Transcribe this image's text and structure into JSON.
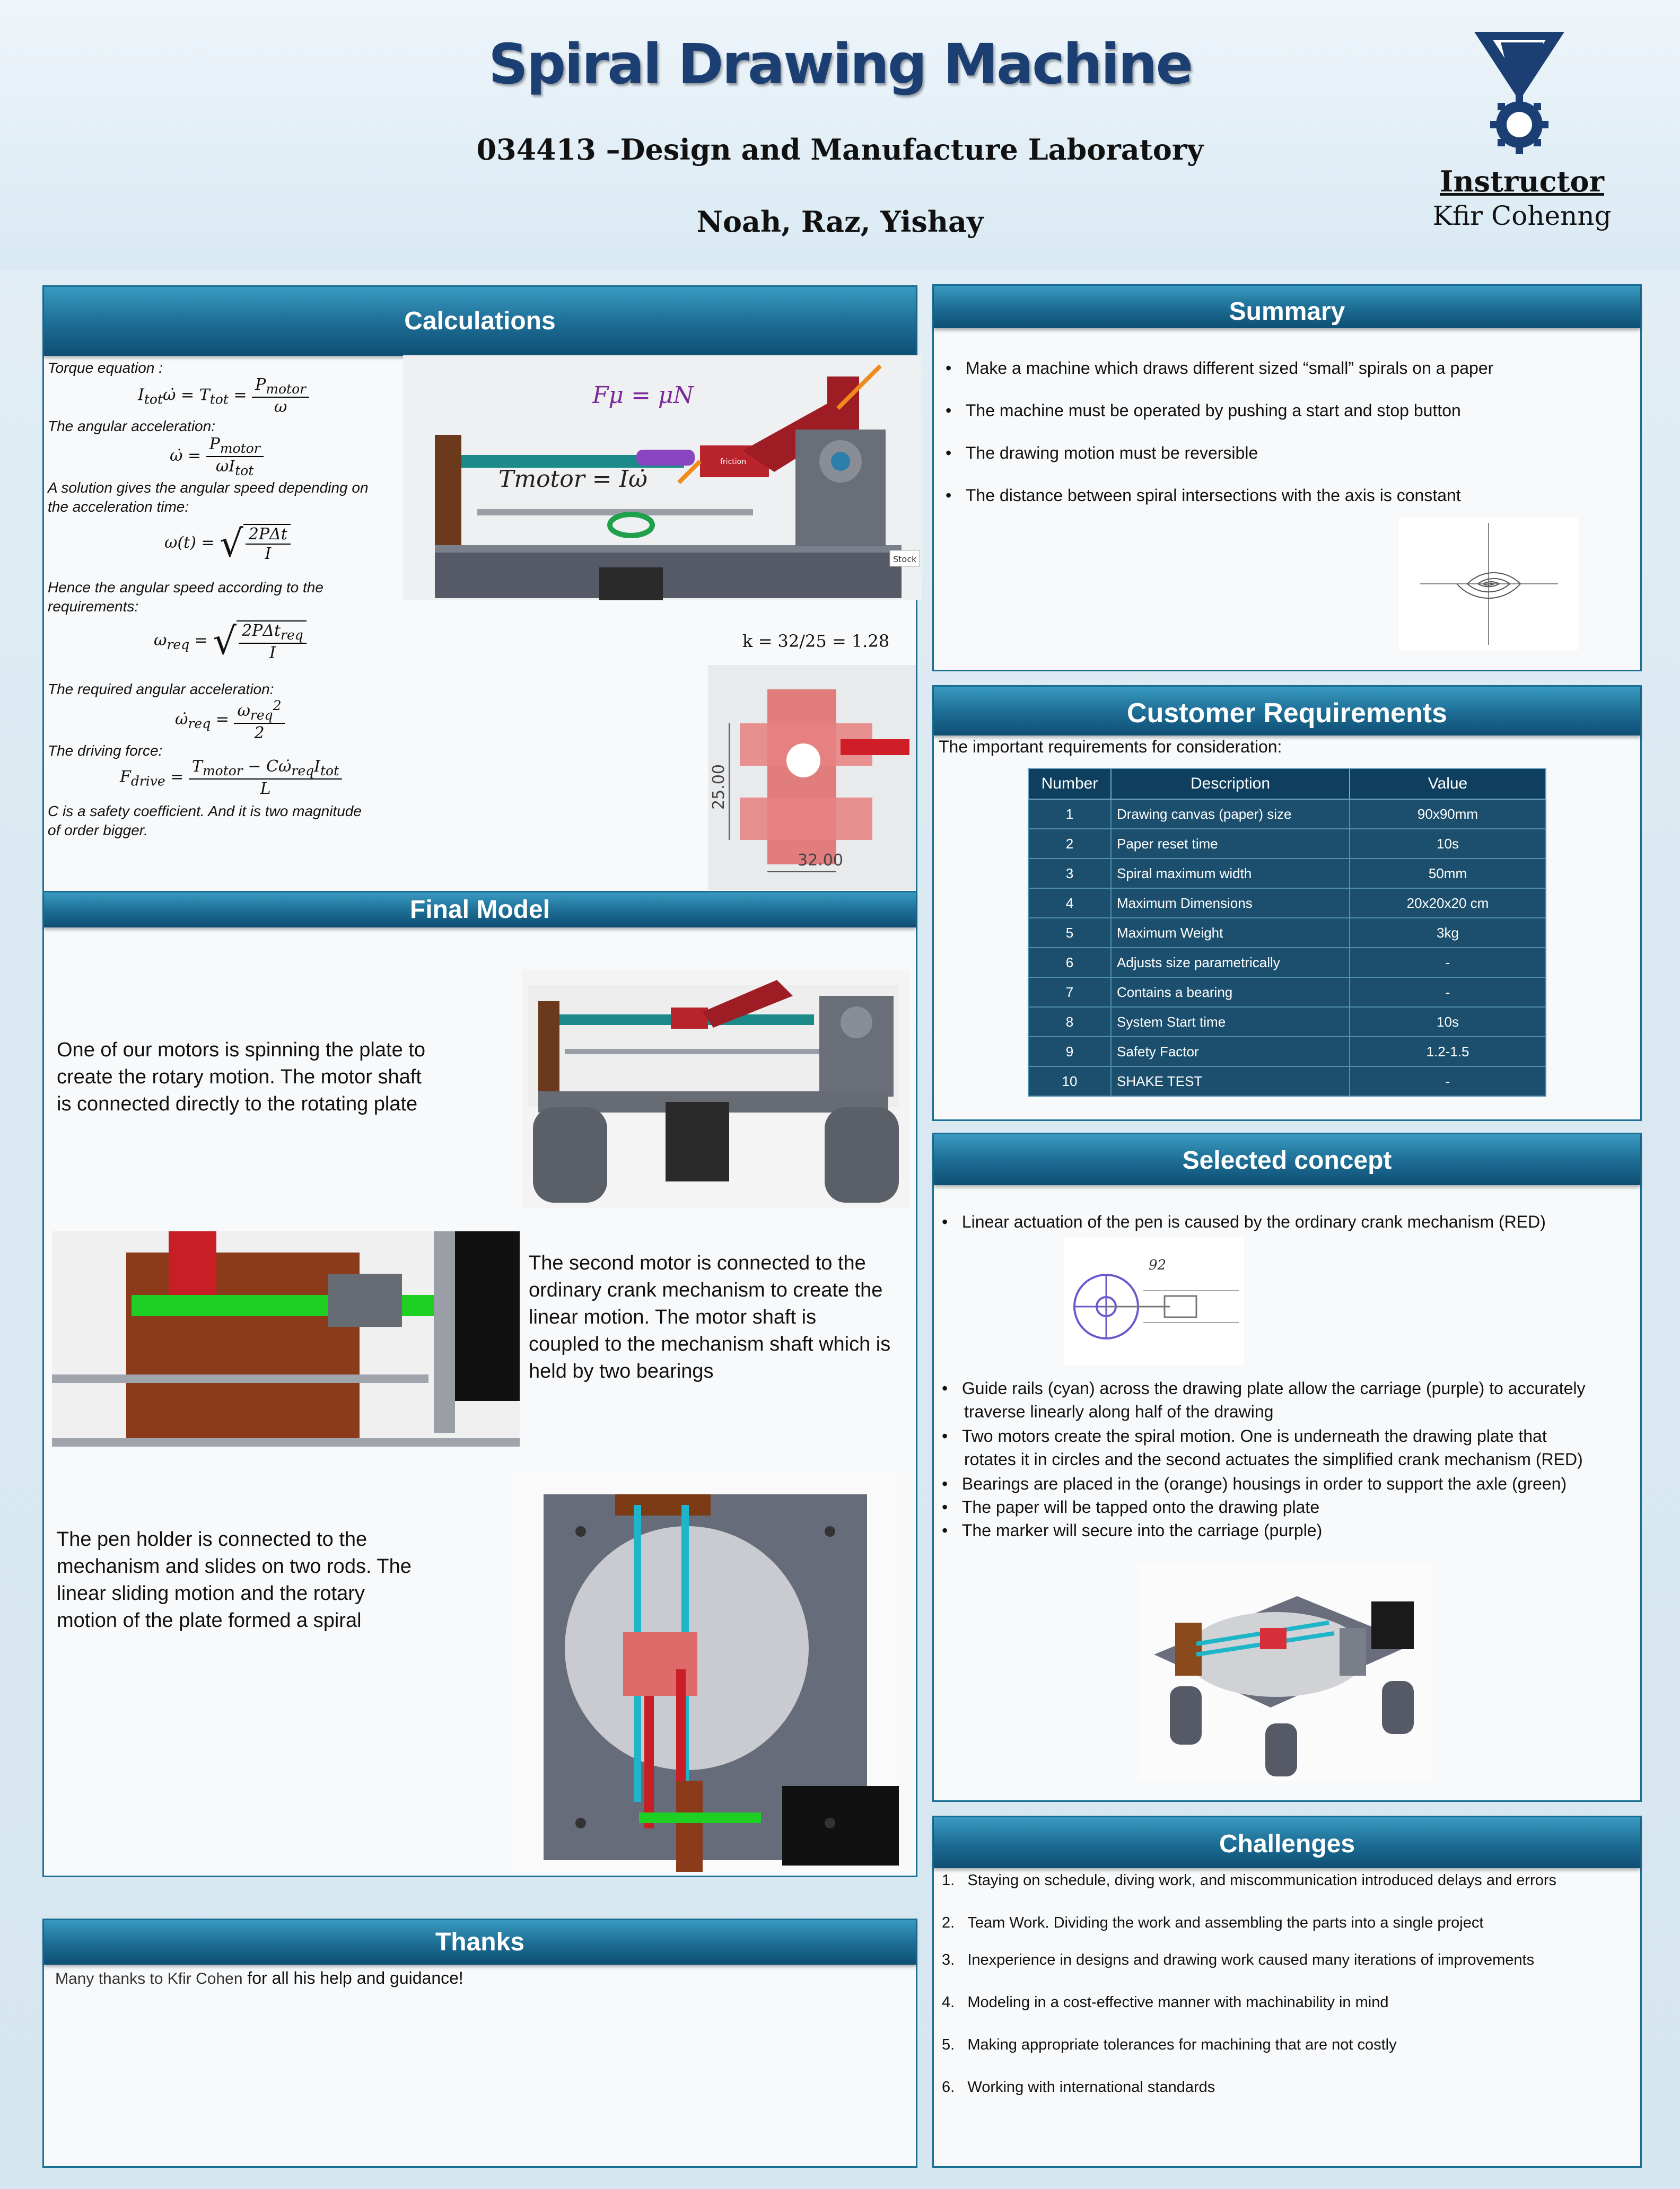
{
  "header": {
    "title": "Spiral Drawing Machine",
    "course": "034413 –Design and Manufacture Laboratory",
    "authors": "Noah, Raz, Yishay",
    "instructor_label": "Instructor",
    "instructor_name": "Kfir Cohenng"
  },
  "calculations": {
    "title": "Calculations",
    "lines": {
      "torque": "Torque equation :",
      "angular_acc": "The angular acceleration:",
      "solution_1": "A solution gives the angular speed depending on",
      "solution_2": "the acceleration time:",
      "hence_1": "Hence the angular speed according to the",
      "hence_2": "requirements:",
      "required": "The required angular acceleration:",
      "driving": "The driving force:",
      "safety_1": "C is a safety coefficient. And it is two magnitude",
      "safety_2": "of order bigger."
    },
    "figure": {
      "friction_eq": "Fμ = μN",
      "motor_eq": "Tmotor = Iω̇",
      "friction_tag": "friction",
      "stock_tag": "Stock",
      "k_ratio": "k = 32/25 = 1.28",
      "dim_vertical": "25.00",
      "dim_horizontal": "32.00"
    }
  },
  "summary": {
    "title": "Summary",
    "bullets": [
      "Make a machine which draws different sized “small” spirals on a paper",
      "The machine must be operated by pushing a start and stop button",
      "The drawing motion must be reversible",
      "The distance between spiral intersections with the axis is constant"
    ]
  },
  "requirements": {
    "title": "Customer Requirements",
    "intro": "The important requirements for consideration:",
    "columns": [
      "Number",
      "Description",
      "Value"
    ],
    "rows": [
      [
        "1",
        "Drawing canvas (paper) size",
        "90x90mm"
      ],
      [
        "2",
        "Paper reset time",
        "10s"
      ],
      [
        "3",
        "Spiral maximum width",
        "50mm"
      ],
      [
        "4",
        "Maximum Dimensions",
        "20x20x20 cm"
      ],
      [
        "5",
        "Maximum Weight",
        "3kg"
      ],
      [
        "6",
        "Adjusts size parametrically",
        "-"
      ],
      [
        "7",
        "Contains a bearing",
        "-"
      ],
      [
        "8",
        "System Start time",
        "10s"
      ],
      [
        "9",
        "Safety Factor",
        "1.2-1.5"
      ],
      [
        "10",
        "SHAKE TEST",
        "-"
      ]
    ]
  },
  "final_model": {
    "title": "Final Model",
    "para1": [
      "One of our motors is spinning the plate to",
      "create the rotary motion. The motor shaft",
      "is connected directly to the rotating plate"
    ],
    "para2": [
      "The second motor is connected to the",
      "ordinary crank mechanism to create the",
      "linear motion. The motor shaft is",
      "coupled to the mechanism shaft which is",
      "held by two bearings"
    ],
    "para3": [
      "The pen holder is connected to the",
      "mechanism and slides on two rods. The",
      "linear sliding motion and the rotary",
      "motion of the plate formed a spiral"
    ]
  },
  "selected_concept": {
    "title": "Selected concept",
    "first": "Linear actuation of the pen is caused by the ordinary crank mechanism (RED)",
    "diagram_label": "92",
    "items": [
      [
        "Guide rails (cyan) across the drawing plate allow the carriage (purple) to accurately",
        "traverse linearly along half of the drawing"
      ],
      [
        "Two motors create the spiral motion. One is underneath the drawing plate that",
        "rotates it in circles and the second actuates the simplified crank mechanism (RED)"
      ],
      [
        "Bearings are placed in the (orange) housings in order to support the axle (green)"
      ],
      [
        "The paper will be tapped onto the drawing plate"
      ],
      [
        "The marker will secure into the carriage (purple)"
      ]
    ]
  },
  "challenges": {
    "title": "Challenges",
    "items": [
      "Staying on schedule, diving work, and miscommunication introduced delays and errors",
      "Team Work. Dividing the work and assembling the parts into a single project",
      "Inexperience in designs and drawing work caused many iterations of improvements",
      "Modeling in a cost-effective manner with machinability in mind",
      "Making appropriate tolerances for machining that are not costly",
      "Working with international standards"
    ]
  },
  "thanks": {
    "title": "Thanks",
    "text_a": "Many thanks to Kfir Cohen",
    "text_b": " for all his help and guidance!"
  },
  "colors": {
    "title_blue": "#1b3f73",
    "panel_header": "#1c6b93",
    "table_bg": "#1c4f6e"
  }
}
